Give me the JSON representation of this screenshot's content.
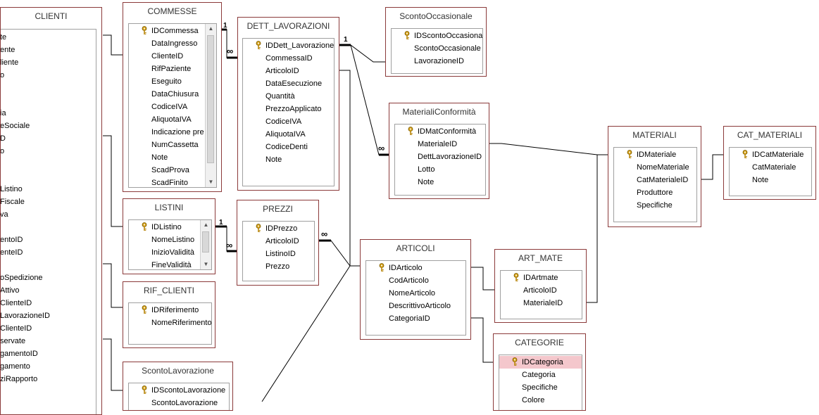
{
  "tables": {
    "clienti": {
      "title": "CLIENTI",
      "fields": [
        "te",
        "ente",
        "liente",
        "o",
        "",
        "",
        "ia",
        "eSociale",
        "D",
        "o",
        "",
        "",
        "Listino",
        "Fiscale",
        "va",
        "",
        "entoID",
        "enteID",
        "",
        "oSpedizione",
        "Attivo",
        "ClienteID",
        "LavorazioneID",
        "ClienteID",
        "servate",
        "gamentoID",
        "gamento",
        "ziRapporto"
      ]
    },
    "commesse": {
      "title": "COMMESSE",
      "fields": [
        "IDCommessa",
        "DataIngresso",
        "ClienteID",
        "RifPaziente",
        "Eseguito",
        "DataChiusura",
        "CodiceIVA",
        "AliquotaIVA",
        "Indicazione pre",
        "NumCassetta",
        "Note",
        "ScadProva",
        "ScadFinito"
      ]
    },
    "dett_lavorazioni": {
      "title": "DETT_LAVORAZIONI",
      "fields": [
        "IDDett_Lavorazione",
        "CommessaID",
        "ArticoloID",
        "DataEsecuzione",
        "Quantità",
        "PrezzoApplicato",
        "CodiceIVA",
        "AliquotaIVA",
        "CodiceDenti",
        "Note"
      ]
    },
    "sconto_occasionale": {
      "title": "ScontoOccasionale",
      "fields": [
        "IDScontoOccasionale",
        "ScontoOccasionale",
        "LavorazioneID"
      ]
    },
    "materiali_conformita": {
      "title": "MaterialiConformità",
      "fields": [
        "IDMatConformità",
        "MaterialeID",
        "DettLavorazioneID",
        "Lotto",
        "Note"
      ]
    },
    "materiali": {
      "title": "MATERIALI",
      "fields": [
        "IDMateriale",
        "NomeMateriale",
        "CatMaterialeID",
        "Produttore",
        "Specifiche"
      ]
    },
    "cat_materiali": {
      "title": "CAT_MATERIALI",
      "fields": [
        "IDCatMateriale",
        "CatMateriale",
        "Note"
      ]
    },
    "listini": {
      "title": "LISTINI",
      "fields": [
        "IDListino",
        "NomeListino",
        "InizioValidità",
        "FineValidità"
      ]
    },
    "prezzi": {
      "title": "PREZZI",
      "fields": [
        "IDPrezzo",
        "ArticoloID",
        "ListinoID",
        "Prezzo"
      ]
    },
    "articoli": {
      "title": "ARTICOLI",
      "fields": [
        "IDArticolo",
        "CodArticolo",
        "NomeArticolo",
        "DescrittivoArticolo",
        "CategoriaID"
      ]
    },
    "art_mate": {
      "title": "ART_MATE",
      "fields": [
        "IDArtmate",
        "ArticoloID",
        "MaterialeID"
      ]
    },
    "rif_clienti": {
      "title": "RIF_CLIENTI",
      "fields": [
        "IDRiferimento",
        "NomeRiferimento"
      ]
    },
    "categorie": {
      "title": "CATEGORIE",
      "fields": [
        "IDCategoria",
        "Categoria",
        "Specifiche",
        "Colore"
      ]
    },
    "sconto_lavorazione": {
      "title": "ScontoLavorazione",
      "fields": [
        "IDScontoLavorazione",
        "ScontoLavorazione"
      ]
    }
  },
  "relationship_labels": {
    "one": "1",
    "many": "∞"
  },
  "colors": {
    "table_border": "#8b3a3a",
    "selected_field": "#f4c7cc",
    "line": "#000000"
  }
}
